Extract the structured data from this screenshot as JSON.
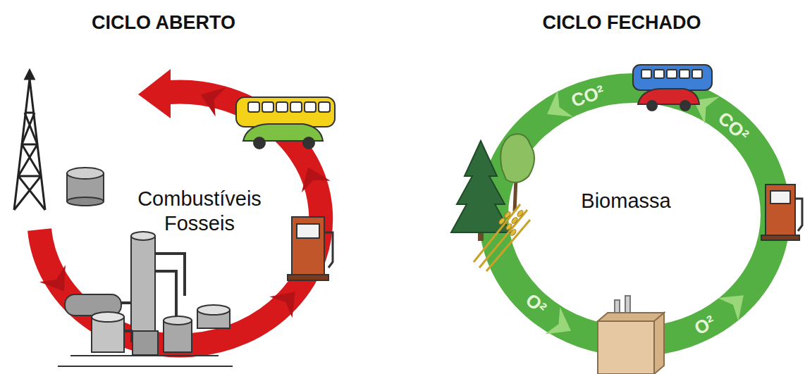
{
  "diagram": {
    "labels": [
      "CICLO ABERTO",
      "CICLO FECHADO",
      "Combustíveis Fosseis",
      "Biomassa",
      "CO²",
      "CO²",
      "O²",
      "O²"
    ]
  }
}
